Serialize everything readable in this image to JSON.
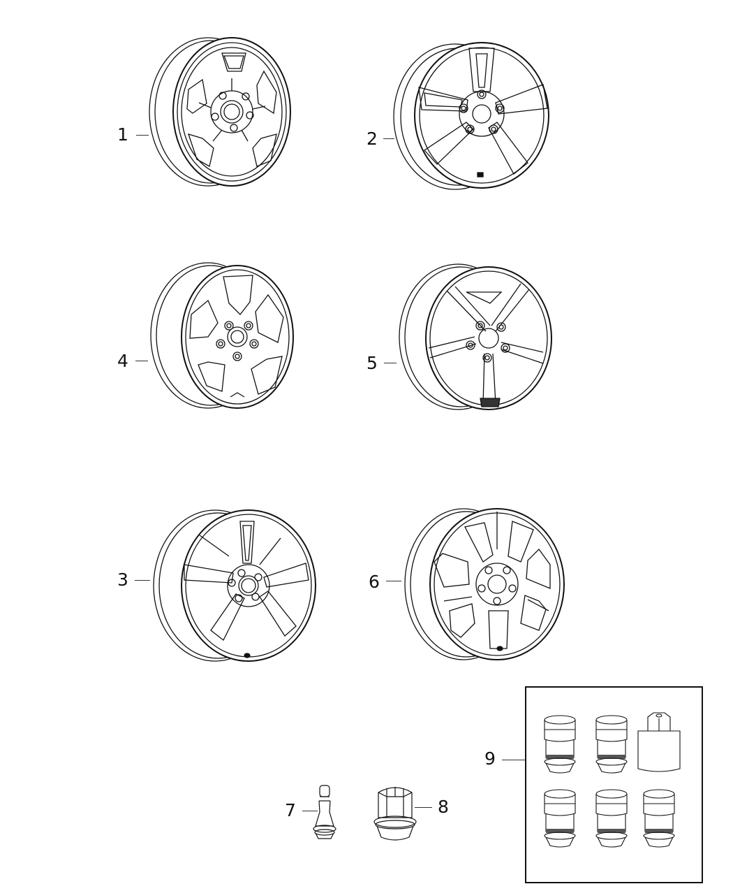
{
  "diagram": {
    "type": "exploded-parts-diagram",
    "subject": "wheels and wheel hardware",
    "line_color": "#111111",
    "background": "#ffffff"
  },
  "callouts": [
    {
      "id": 1,
      "label": "1",
      "part": "steel wheel, 5 trapezoid windows"
    },
    {
      "id": 2,
      "label": "2",
      "part": "aluminum wheel, 5 split spokes"
    },
    {
      "id": 3,
      "label": "3",
      "part": "aluminum wheel, 5 twin spokes"
    },
    {
      "id": 4,
      "label": "4",
      "part": "aluminum wheel, 5 Y spokes"
    },
    {
      "id": 5,
      "label": "5",
      "part": "aluminum wheel, 5 X spokes"
    },
    {
      "id": 6,
      "label": "6",
      "part": "aluminum wheel, 7 windows"
    },
    {
      "id": 7,
      "label": "7",
      "part": "valve stem"
    },
    {
      "id": 8,
      "label": "8",
      "part": "lug nut"
    },
    {
      "id": 9,
      "label": "9",
      "part": "wheel lock kit (5 locks + key)"
    }
  ]
}
